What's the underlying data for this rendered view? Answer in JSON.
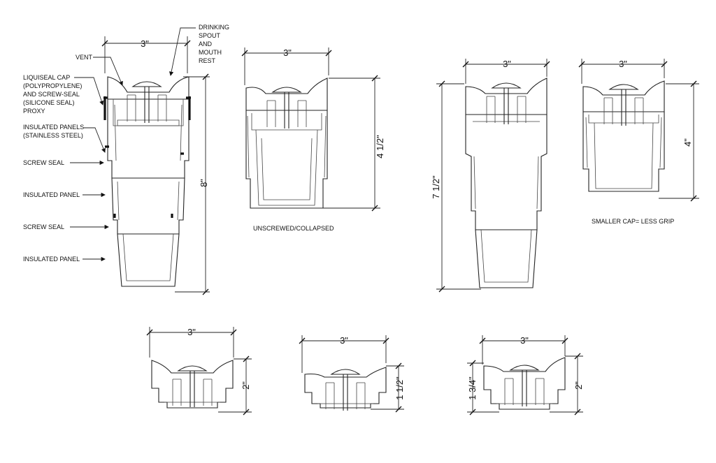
{
  "labels": {
    "vent": "VENT",
    "spout": [
      "DRINKING",
      "SPOUT",
      "AND",
      "MOUTH",
      "REST"
    ],
    "cap": [
      "LIQUISEAL CAP",
      "(POLYPROPYLENE)",
      "AND SCREW-SEAL",
      "(SILICONE SEAL)",
      "PROXY"
    ],
    "insulated_panels": [
      "INSULATED PANELS",
      "(STAINLESS STEEL)"
    ],
    "screw_seal_1": "SCREW SEAL",
    "insulated_panel_1": "INSULATED PANEL",
    "screw_seal_2": "SCREW SEAL",
    "insulated_panel_2": "INSULATED PANEL",
    "unscrewed": "UNSCREWED/COLLAPSED",
    "smaller_cap": "SMALLER CAP= LESS GRIP"
  },
  "dimensions": {
    "main_width": "3\"",
    "main_height": "8\"",
    "collapsed_width": "3\"",
    "collapsed_height": "4 1/2\"",
    "alt_width": "3\"",
    "alt_height": "7 1/2\"",
    "small_width": "3\"",
    "small_height": "4\"",
    "cap1_width": "3\"",
    "cap1_height": "2\"",
    "cap2_width": "3\"",
    "cap2_height": "1 1/2\"",
    "cap3_width": "3\"",
    "cap3_height_left": "1 3/4\"",
    "cap3_height_right": "2\""
  }
}
